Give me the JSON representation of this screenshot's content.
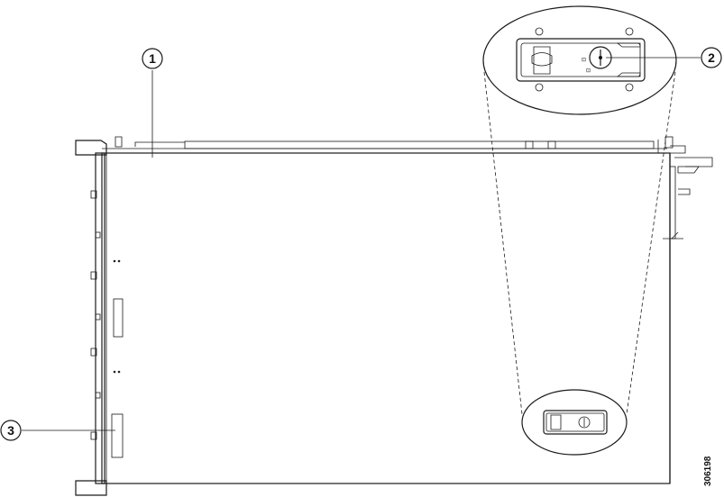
{
  "callouts": [
    {
      "id": "1",
      "label": "1"
    },
    {
      "id": "2",
      "label": "2"
    },
    {
      "id": "3",
      "label": "3"
    }
  ],
  "figure_id": "306198"
}
